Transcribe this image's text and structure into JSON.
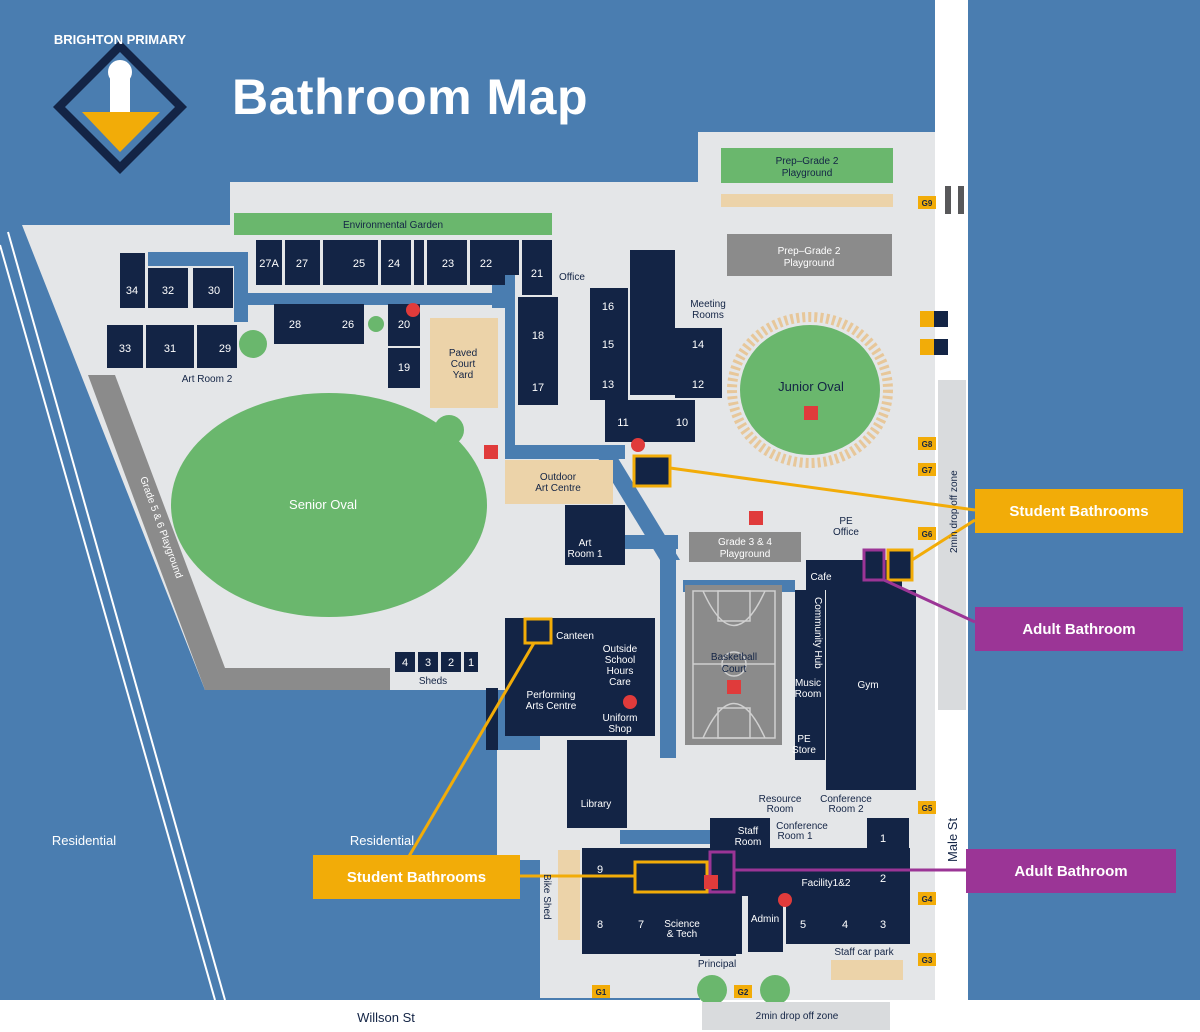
{
  "header": {
    "school_name": "BRIGHTON PRIMARY",
    "title": "Bathroom Map"
  },
  "colors": {
    "water": "#4a7db0",
    "ground": "#e4e6e8",
    "building": "#132445",
    "path": "#4a7db0",
    "green": "#6ab76d",
    "gray_zone": "#8b8b8b",
    "student": "#f2ac08",
    "adult": "#9b3596",
    "logo_gold": "#f2ac08"
  },
  "labels": {
    "environmental_garden": "Environmental Garden",
    "prep_playground": "Prep–Grade 2",
    "prep_playground_2": "Playground",
    "grade56": "Grade 5 & 6 Playground",
    "art_room_2": "Art Room 2",
    "office": "Office",
    "meeting_rooms_1": "Meeting",
    "meeting_rooms_2": "Rooms",
    "paved_1": "Paved",
    "paved_2": "Court",
    "paved_3": "Yard",
    "senior_oval": "Senior Oval",
    "junior_oval": "Junior Oval",
    "outdoor_art_1": "Outdoor",
    "outdoor_art_2": "Art Centre",
    "art_room_1a": "Art",
    "art_room_1b": "Room 1",
    "grade34_1": "Grade 3 & 4",
    "grade34_2": "Playground",
    "pe_office_1": "PE",
    "pe_office_2": "Office",
    "cafe": "Cafe",
    "canteen": "Canteen",
    "osh_1": "Outside",
    "osh_2": "School",
    "osh_3": "Hours",
    "osh_4": "Care",
    "pac_1": "Performing",
    "pac_2": "Arts Centre",
    "uniform_1": "Uniform",
    "uniform_2": "Shop",
    "basketball_1": "Basketball",
    "basketball_2": "Court",
    "community_hub": "Community Hub",
    "music_1": "Music",
    "music_2": "Room",
    "gym": "Gym",
    "pe_store_1": "PE",
    "pe_store_2": "Store",
    "library": "Library",
    "sheds": "Sheds",
    "bike_shed": "Bike Shed",
    "residential_left": "Residential",
    "residential_mid": "Residential",
    "resource_1": "Resource",
    "resource_2": "Room",
    "conf2_1": "Conference",
    "conf2_2": "Room 2",
    "staff_1": "Staff",
    "staff_2": "Room",
    "conf1_1": "Conference",
    "conf1_2": "Room 1",
    "facility": "Facility1&2",
    "science_1": "Science",
    "science_2": "& Tech",
    "admin": "Admin",
    "principal": "Principal",
    "staff_car_park": "Staff car park",
    "drop_off_bottom": "2min drop off zone",
    "drop_off_right": "2min drop off zone",
    "willson_st": "Willson St",
    "male_st": "Male St"
  },
  "rooms": [
    "34",
    "32",
    "30",
    "33",
    "31",
    "29",
    "27A",
    "27",
    "25",
    "24",
    "23",
    "22",
    "21",
    "28",
    "26",
    "20",
    "19",
    "18",
    "17",
    "16",
    "15",
    "14",
    "13",
    "12",
    "11",
    "10",
    "4",
    "3",
    "2",
    "1",
    "9",
    "8",
    "7",
    "5",
    "4",
    "3",
    "1",
    "2"
  ],
  "gates": [
    "G9",
    "G8",
    "G7",
    "G6",
    "G5",
    "G4",
    "G3",
    "G2",
    "G1"
  ],
  "callouts": {
    "student_right": "Student Bathrooms",
    "adult_right_top": "Adult Bathroom",
    "student_left": "Student Bathrooms",
    "adult_right_bottom": "Adult Bathroom"
  },
  "icons": [
    "student-toilet-icon",
    "adult-toilet-icon",
    "first-aid-icon",
    "emergency-assembly-icon",
    "parking-icon",
    "accessible-icon"
  ]
}
